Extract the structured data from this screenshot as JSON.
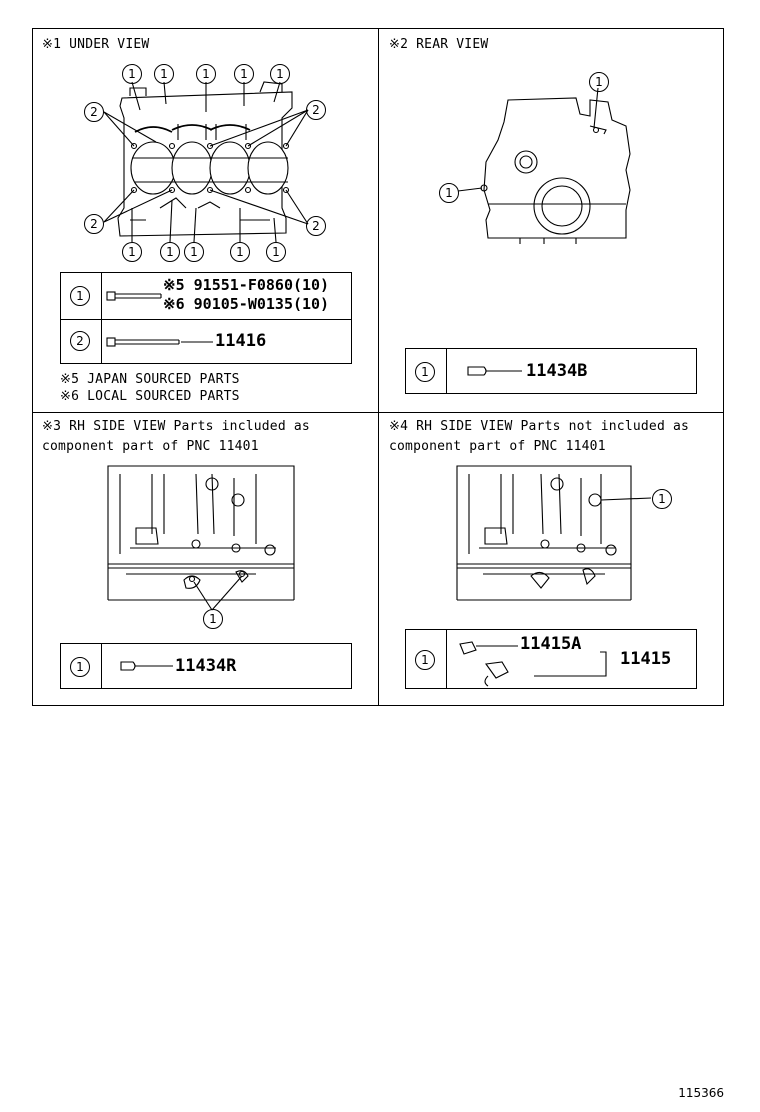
{
  "panels": {
    "under": {
      "title": "※1 UNDER VIEW",
      "callout_1": "1",
      "callout_2": "2",
      "row1_num": "1",
      "row1_line1": "※5 91551-F0860(10)",
      "row1_line2": "※6 90105-W0135(10)",
      "row2_num": "2",
      "row2_part": "11416",
      "note1": "※5 JAPAN SOURCED PARTS",
      "note2": "※6 LOCAL SOURCED PARTS"
    },
    "rear": {
      "title": "※2 REAR VIEW",
      "callout_1": "1",
      "row_num": "1",
      "row_part": "11434B"
    },
    "rh_included": {
      "title_line1": "※3 RH SIDE VIEW Parts included as",
      "title_line2": "component part of PNC 11401",
      "callout_1": "1",
      "row_num": "1",
      "row_part": "11434R"
    },
    "rh_not_included": {
      "title_line1": "※4 RH SIDE VIEW Parts not included as",
      "title_line2": "component part of PNC 11401",
      "callout_1": "1",
      "row_num": "1",
      "row_part_sub": "11415A",
      "row_part": "11415"
    }
  },
  "illustration_code": "115366"
}
